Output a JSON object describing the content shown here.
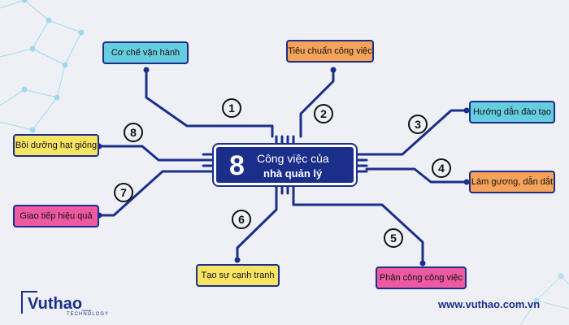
{
  "center": {
    "number": "8",
    "line1": "Công việc của",
    "line2": "nhà quản lý"
  },
  "items": [
    {
      "num": "1",
      "label": "Cơ chế vận hành",
      "color": "#66cce0"
    },
    {
      "num": "2",
      "label": "Tiêu chuẩn công việc",
      "color": "#f5a35a"
    },
    {
      "num": "3",
      "label": "Hướng dẫn đào tạo",
      "color": "#66cce0"
    },
    {
      "num": "4",
      "label": "Làm gương, dẫn dắt",
      "color": "#f5a35a"
    },
    {
      "num": "5",
      "label": "Phân công công việc",
      "color": "#ee5aa2"
    },
    {
      "num": "6",
      "label": "Tạo sự cạnh tranh",
      "color": "#f7e463"
    },
    {
      "num": "7",
      "label": "Giao tiếp hiệu quả",
      "color": "#ee5aa2"
    },
    {
      "num": "8",
      "label": "Bồi dưỡng hạt giống",
      "color": "#f7e463"
    }
  ],
  "brand": {
    "logo_text": "Vuthao_",
    "logo_sub": "TECHNOLOGY",
    "website": "www.vuthao.com.vn",
    "accent": "#1b2f8a"
  }
}
